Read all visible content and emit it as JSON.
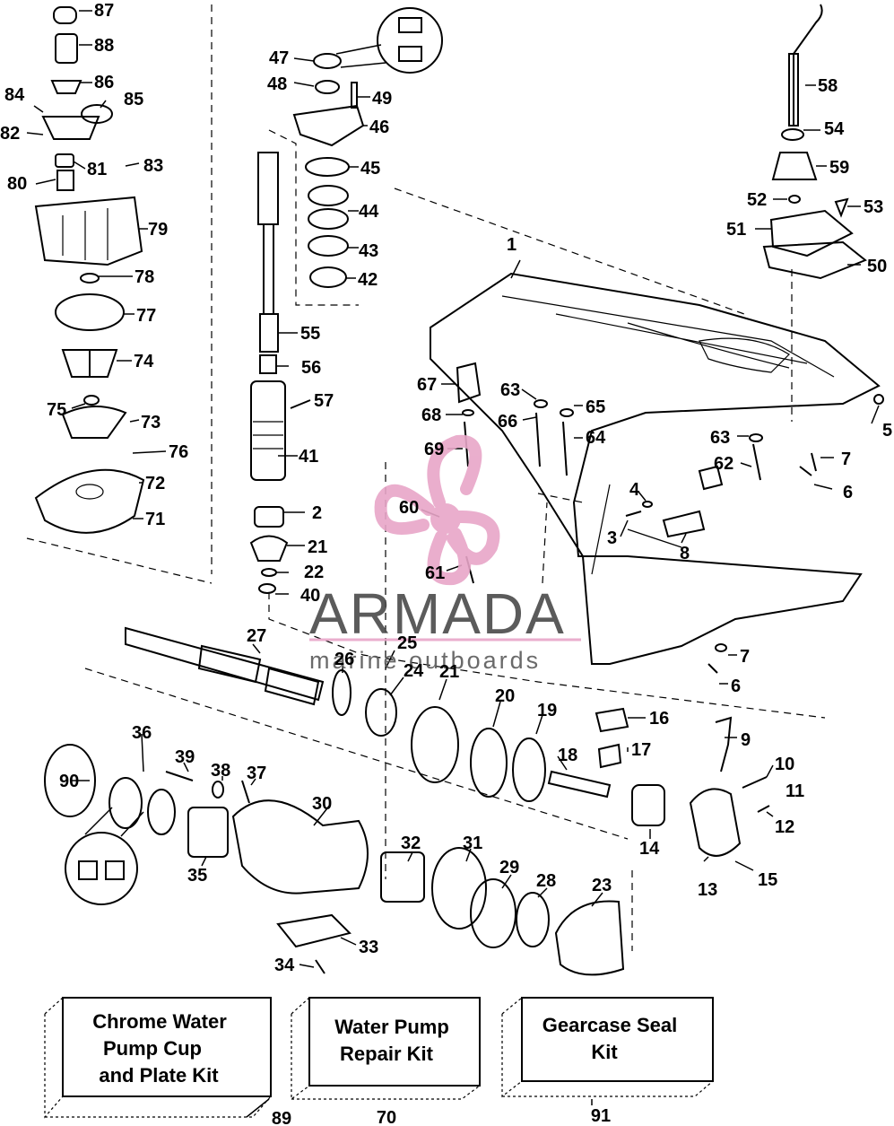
{
  "watermark": {
    "brand": "ARMADA",
    "tagline": "marine outboards",
    "accent_color": "#e8a6c8",
    "text_color": "#4a4a4a"
  },
  "callouts": [
    {
      "id": "87",
      "text": "87"
    },
    {
      "id": "88",
      "text": "88"
    },
    {
      "id": "86",
      "text": "86"
    },
    {
      "id": "84",
      "text": "84"
    },
    {
      "id": "85",
      "text": "85"
    },
    {
      "id": "82",
      "text": "82"
    },
    {
      "id": "81",
      "text": "81"
    },
    {
      "id": "83",
      "text": "83"
    },
    {
      "id": "80",
      "text": "80"
    },
    {
      "id": "79",
      "text": "79"
    },
    {
      "id": "78",
      "text": "78"
    },
    {
      "id": "77",
      "text": "77"
    },
    {
      "id": "74",
      "text": "74"
    },
    {
      "id": "75",
      "text": "75"
    },
    {
      "id": "73",
      "text": "73"
    },
    {
      "id": "76",
      "text": "76"
    },
    {
      "id": "72",
      "text": "72"
    },
    {
      "id": "71",
      "text": "71"
    },
    {
      "id": "47",
      "text": "47"
    },
    {
      "id": "48",
      "text": "48"
    },
    {
      "id": "49",
      "text": "49"
    },
    {
      "id": "46",
      "text": "46"
    },
    {
      "id": "45",
      "text": "45"
    },
    {
      "id": "44",
      "text": "44"
    },
    {
      "id": "43",
      "text": "43"
    },
    {
      "id": "42",
      "text": "42"
    },
    {
      "id": "55",
      "text": "55"
    },
    {
      "id": "56",
      "text": "56"
    },
    {
      "id": "57",
      "text": "57"
    },
    {
      "id": "41",
      "text": "41"
    },
    {
      "id": "2",
      "text": "2"
    },
    {
      "id": "21a",
      "text": "21"
    },
    {
      "id": "22",
      "text": "22"
    },
    {
      "id": "40",
      "text": "40"
    },
    {
      "id": "58",
      "text": "58"
    },
    {
      "id": "54",
      "text": "54"
    },
    {
      "id": "59",
      "text": "59"
    },
    {
      "id": "52",
      "text": "52"
    },
    {
      "id": "53",
      "text": "53"
    },
    {
      "id": "51",
      "text": "51"
    },
    {
      "id": "50",
      "text": "50"
    },
    {
      "id": "1",
      "text": "1"
    },
    {
      "id": "67",
      "text": "67"
    },
    {
      "id": "68",
      "text": "68"
    },
    {
      "id": "69",
      "text": "69"
    },
    {
      "id": "63a",
      "text": "63"
    },
    {
      "id": "66",
      "text": "66"
    },
    {
      "id": "65",
      "text": "65"
    },
    {
      "id": "64",
      "text": "64"
    },
    {
      "id": "5",
      "text": "5"
    },
    {
      "id": "63b",
      "text": "63"
    },
    {
      "id": "62",
      "text": "62"
    },
    {
      "id": "7a",
      "text": "7"
    },
    {
      "id": "6a",
      "text": "6"
    },
    {
      "id": "4",
      "text": "4"
    },
    {
      "id": "3",
      "text": "3"
    },
    {
      "id": "8",
      "text": "8"
    },
    {
      "id": "60",
      "text": "60"
    },
    {
      "id": "61",
      "text": "61"
    },
    {
      "id": "7b",
      "text": "7"
    },
    {
      "id": "6b",
      "text": "6"
    },
    {
      "id": "27",
      "text": "27"
    },
    {
      "id": "25",
      "text": "25"
    },
    {
      "id": "26",
      "text": "26"
    },
    {
      "id": "24",
      "text": "24"
    },
    {
      "id": "21b",
      "text": "21"
    },
    {
      "id": "20",
      "text": "20"
    },
    {
      "id": "19",
      "text": "19"
    },
    {
      "id": "16",
      "text": "16"
    },
    {
      "id": "17",
      "text": "17"
    },
    {
      "id": "18",
      "text": "18"
    },
    {
      "id": "9",
      "text": "9"
    },
    {
      "id": "10",
      "text": "10"
    },
    {
      "id": "11",
      "text": "11"
    },
    {
      "id": "12",
      "text": "12"
    },
    {
      "id": "14",
      "text": "14"
    },
    {
      "id": "13",
      "text": "13"
    },
    {
      "id": "15",
      "text": "15"
    },
    {
      "id": "90",
      "text": "90"
    },
    {
      "id": "36",
      "text": "36"
    },
    {
      "id": "39",
      "text": "39"
    },
    {
      "id": "38",
      "text": "38"
    },
    {
      "id": "37",
      "text": "37"
    },
    {
      "id": "35",
      "text": "35"
    },
    {
      "id": "30",
      "text": "30"
    },
    {
      "id": "32",
      "text": "32"
    },
    {
      "id": "31",
      "text": "31"
    },
    {
      "id": "29",
      "text": "29"
    },
    {
      "id": "28",
      "text": "28"
    },
    {
      "id": "23",
      "text": "23"
    },
    {
      "id": "33",
      "text": "33"
    },
    {
      "id": "34",
      "text": "34"
    }
  ],
  "kits": [
    {
      "id": "chrome",
      "lines": [
        "Chrome Water",
        "Pump Cup",
        "and Plate Kit"
      ],
      "number": "89"
    },
    {
      "id": "waterpump",
      "lines": [
        "Water Pump",
        "Repair Kit"
      ],
      "number": "70"
    },
    {
      "id": "seal",
      "lines": [
        "Gearcase Seal",
        "Kit"
      ],
      "number": "91"
    }
  ]
}
